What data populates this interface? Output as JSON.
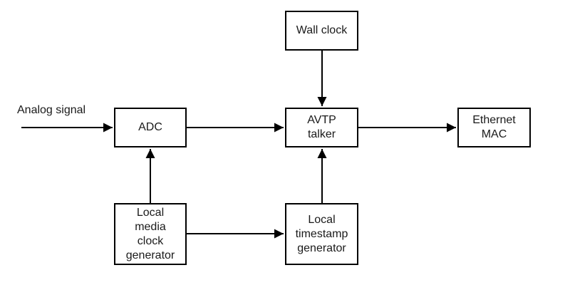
{
  "diagram": {
    "description": "AVTP talker block diagram",
    "nodes": {
      "wall_clock": {
        "lines": [
          "Wall clock"
        ]
      },
      "adc": {
        "lines": [
          "ADC"
        ]
      },
      "avtp_talker": {
        "lines": [
          "AVTP",
          "talker"
        ]
      },
      "ethernet_mac": {
        "lines": [
          "Ethernet",
          "MAC"
        ]
      },
      "local_media_clock_generator": {
        "lines": [
          "Local",
          "media",
          "clock",
          "generator"
        ]
      },
      "local_timestamp_generator": {
        "lines": [
          "Local",
          "timestamp",
          "generator"
        ]
      }
    },
    "labels": {
      "analog_signal": "Analog signal"
    },
    "connections": [
      {
        "from": "analog_signal_input",
        "to": "adc"
      },
      {
        "from": "adc",
        "to": "avtp_talker"
      },
      {
        "from": "avtp_talker",
        "to": "ethernet_mac"
      },
      {
        "from": "wall_clock",
        "to": "avtp_talker"
      },
      {
        "from": "local_media_clock_generator",
        "to": "adc"
      },
      {
        "from": "local_timestamp_generator",
        "to": "avtp_talker"
      },
      {
        "from": "local_media_clock_generator",
        "to": "local_timestamp_generator"
      }
    ],
    "colors": {
      "line": "#000000",
      "box_border": "#000000",
      "box_fill": "#ffffff",
      "text": "#1a1a1a",
      "background": "#ffffff"
    }
  }
}
